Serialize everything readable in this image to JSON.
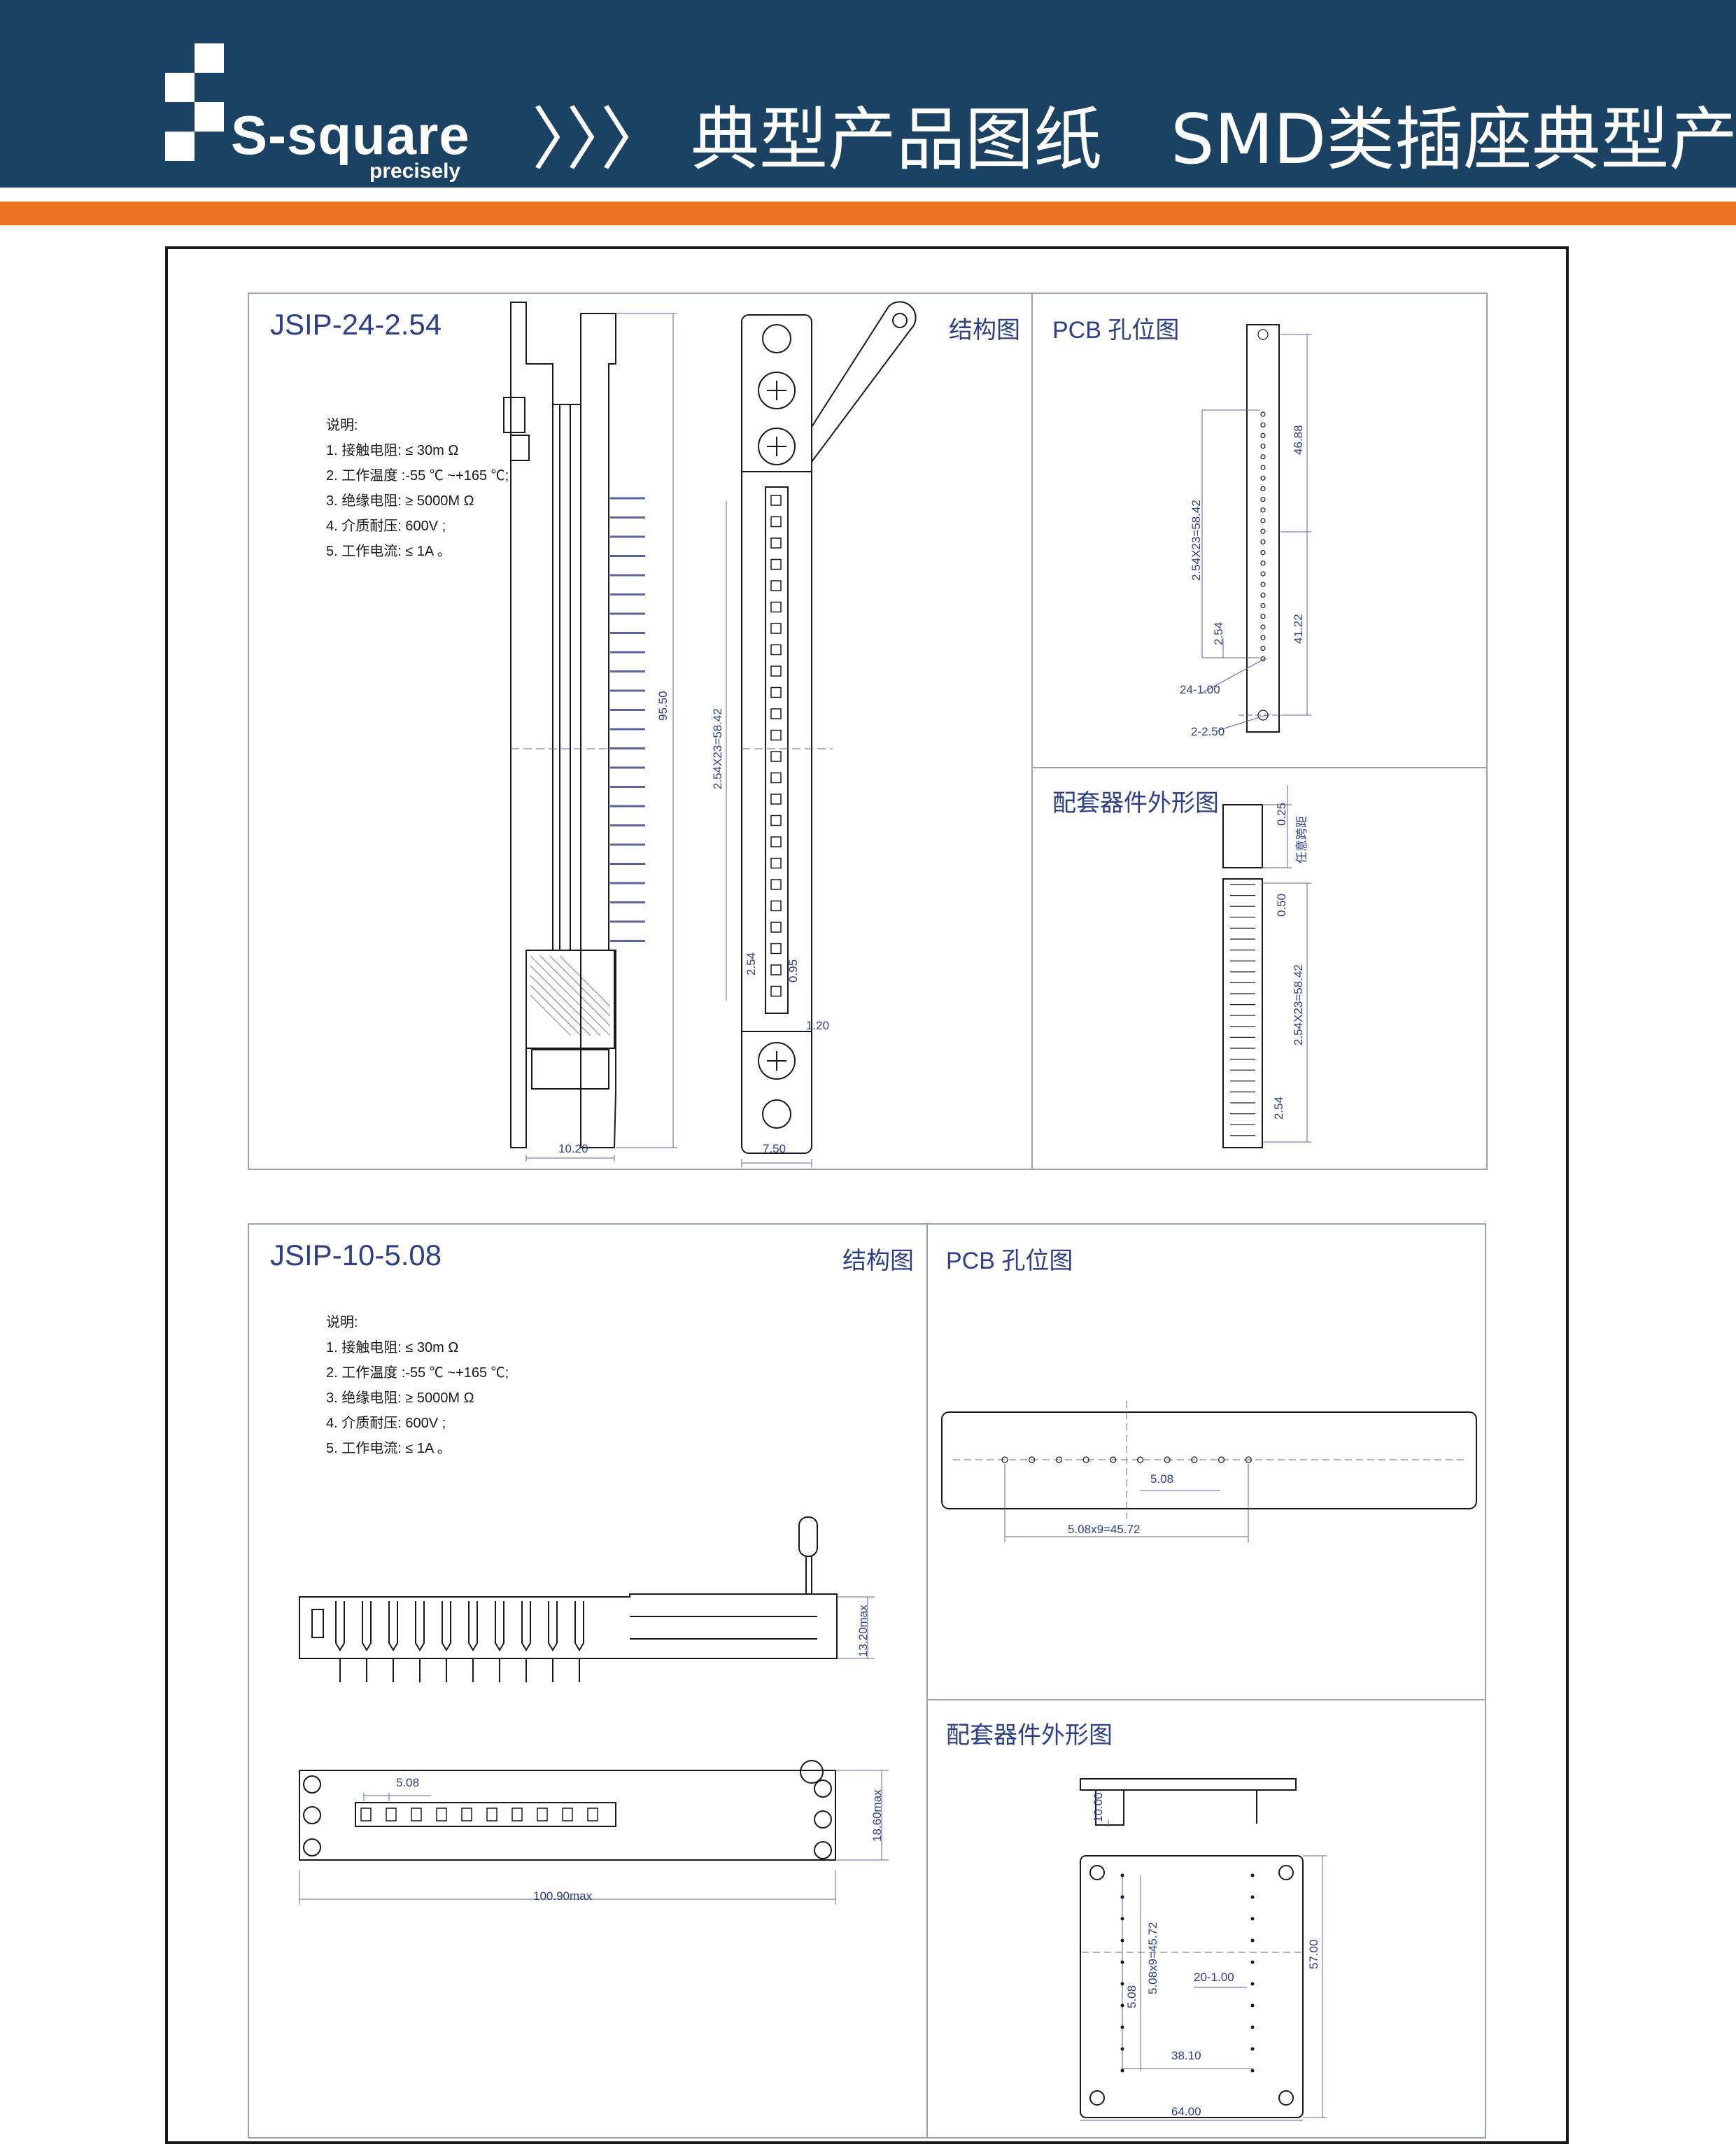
{
  "header": {
    "logo_name": "S-square",
    "logo_tagline": "precisely",
    "title": "〉〉〉 典型产品图纸　SMD类插座典型产品",
    "colors": {
      "background": "#1b4262",
      "accent": "#e9731f",
      "line": "#2d3f86"
    }
  },
  "drawing1": {
    "model": "JSIP-24-2.54",
    "specs": {
      "heading": "说明:",
      "items": [
        "1. 接触电阻: ≤ 30m Ω",
        "2. 工作温度 :-55 ℃ ~+165 ℃;",
        "3. 绝缘电阻: ≥ 5000M Ω",
        "4. 介质耐压: 600V ;",
        "5. 工作电流: ≤ 1A 。"
      ]
    },
    "structure_label": "结构图",
    "pcb_label": "PCB 孔位图",
    "mating_label": "配套器件外形图",
    "dims": {
      "height": "95.50",
      "pitch_total": "2.54X23=58.42",
      "pitch": "2.54",
      "slot": "0.95",
      "pin": "1.20",
      "width_side": "10.20",
      "width_front": "7.50",
      "pcb_upper": "46.88",
      "pcb_lower": "41.22",
      "pcb_pitch_total": "2.54X23=58.42",
      "pcb_pitch": "2.54",
      "pcb_holes": "24-1.00",
      "pcb_mount": "2-2.50",
      "mate_thickness": "0.25",
      "mate_note": "任意跨距",
      "mate_gap": "0.50",
      "mate_pitch_total": "2.54X23=58.42",
      "mate_pitch": "2.54"
    }
  },
  "drawing2": {
    "model": "JSIP-10-5.08",
    "specs": {
      "heading": "说明:",
      "items": [
        "1. 接触电阻: ≤ 30m Ω",
        "2. 工作温度 :-55 ℃ ~+165 ℃;",
        "3. 绝缘电阻: ≥ 5000M Ω",
        "4. 介质耐压: 600V ;",
        "5. 工作电流: ≤ 1A 。"
      ]
    },
    "structure_label": "结构图",
    "pcb_label": "PCB 孔位图",
    "mating_label": "配套器件外形图",
    "dims": {
      "height": "13.20max",
      "top_pitch": "5.08",
      "depth": "18.60max",
      "length": "100.90max",
      "pcb_pitch": "5.08",
      "pcb_total": "5.08x9=45.72",
      "mate_height": "10.00",
      "mate_total": "5.08x9=45.72",
      "mate_pitch": "5.08",
      "mate_holes": "20-1.00",
      "mate_depth": "57.00",
      "mate_row_gap": "38.10",
      "mate_width": "64.00"
    }
  }
}
